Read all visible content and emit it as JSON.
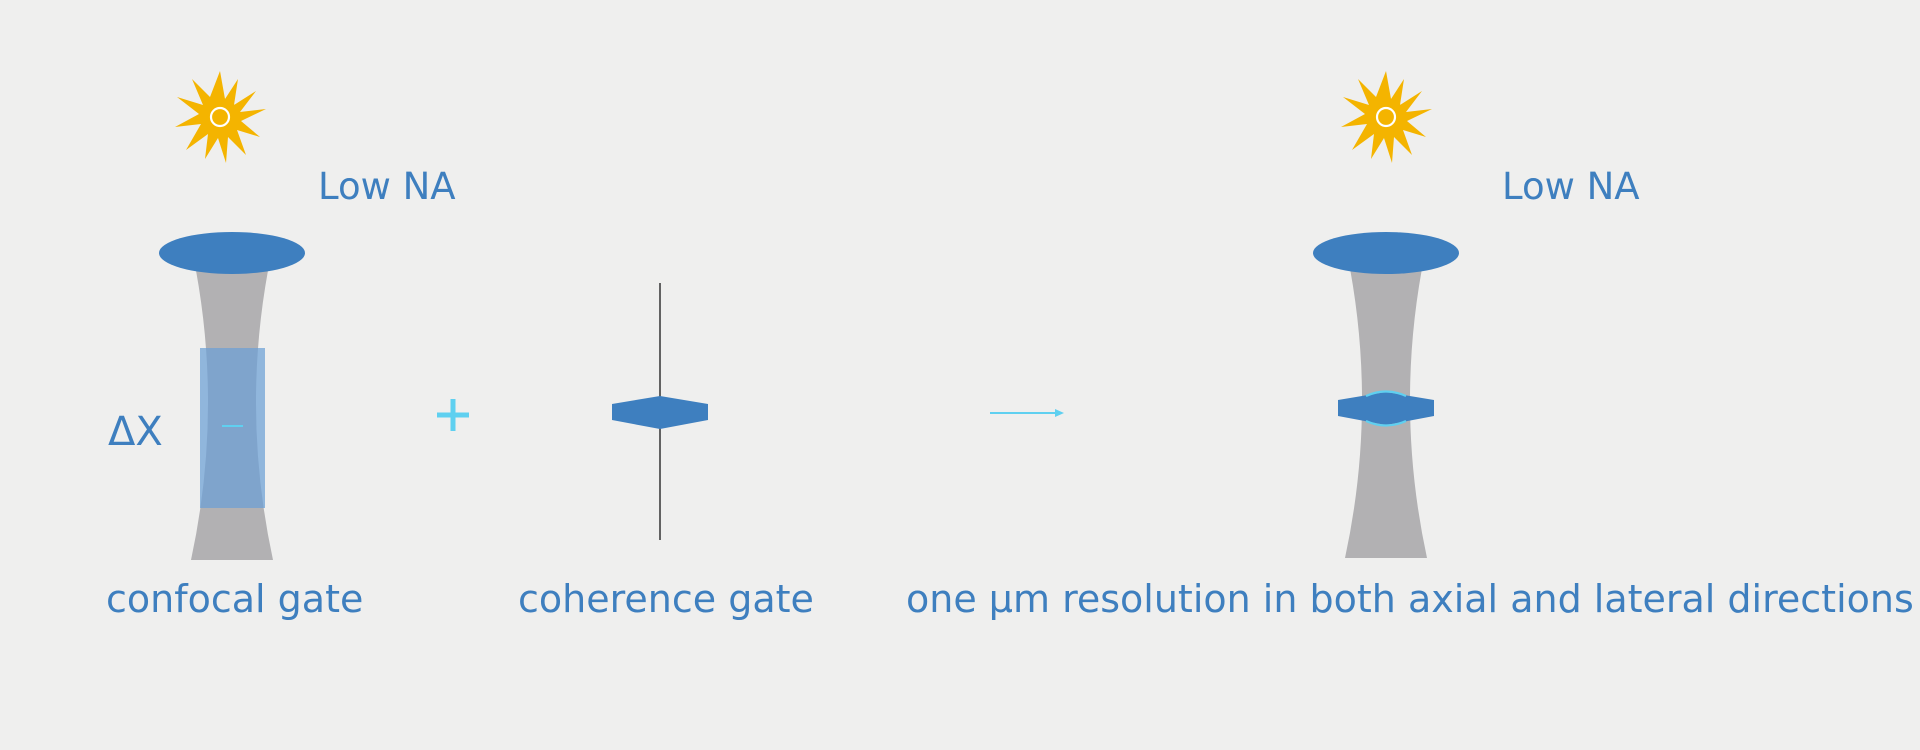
{
  "colors": {
    "background": "#efefee",
    "lens": "#3e7fbf",
    "beam": "#b2b1b3",
    "gate_box": "#6b9fd6",
    "accent_cyan": "#5fd0f0",
    "sun": "#f4b400",
    "label_text": "#3e7fbf",
    "axis_line": "#333333"
  },
  "icons": {
    "left_light_source": "sun-icon",
    "right_light_source": "sun-icon",
    "plus_sign": "plus-icon",
    "result_arrow": "arrow-right-icon"
  },
  "left_panel": {
    "na_label": "Low NA",
    "delta_label": "ΔX",
    "caption": "confocal gate"
  },
  "middle_panel": {
    "plus": "+",
    "caption": "coherence gate"
  },
  "right_panel": {
    "na_label": "Low NA",
    "caption": "one μm resolution in both axial and lateral directions"
  }
}
